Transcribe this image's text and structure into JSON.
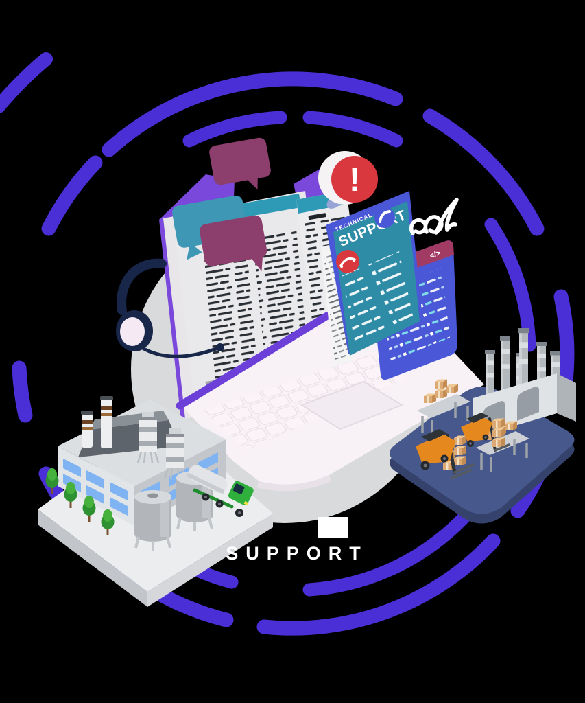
{
  "caption": {
    "label": "SUPPORT"
  },
  "alert_badge": {
    "symbol": "!"
  },
  "support_card": {
    "title_top": "TECHNICAL",
    "title_main": "SUPPORT"
  },
  "code_panel": {
    "tag": "</>"
  },
  "icons": {
    "alert": "exclamation-circle",
    "phone_blue": "phone-handset",
    "phone_red": "phone-handset",
    "code": "code-brackets",
    "signature": "scribble",
    "headset": "support-headset"
  },
  "colors": {
    "background": "#000000",
    "ring_purple": "#4B2FD6",
    "ribbon_purple": "#7A48DB",
    "backdrop_gray": "#D8DADC",
    "doc_teal": "#2E9AB5",
    "bubble_plum": "#8C3E6D",
    "bubble_teal": "#3D97B5",
    "alert_red": "#D8383E",
    "card_teal": "#2F8CA6",
    "panel_blue": "#4A57D6",
    "panel_maroon": "#A23B63",
    "laptop_white": "#F8F2F6",
    "laptop_spine": "#6C3FD8",
    "headset_navy": "#182649",
    "factory_platform": "#EBEDEF",
    "warehouse_platform": "#47598C",
    "forklift_orange": "#E5891E",
    "truck_green": "#2FAF3C",
    "tree_green": "#2F9232",
    "box_tan": "#DCA873",
    "caption_white": "#FFFFFF"
  }
}
